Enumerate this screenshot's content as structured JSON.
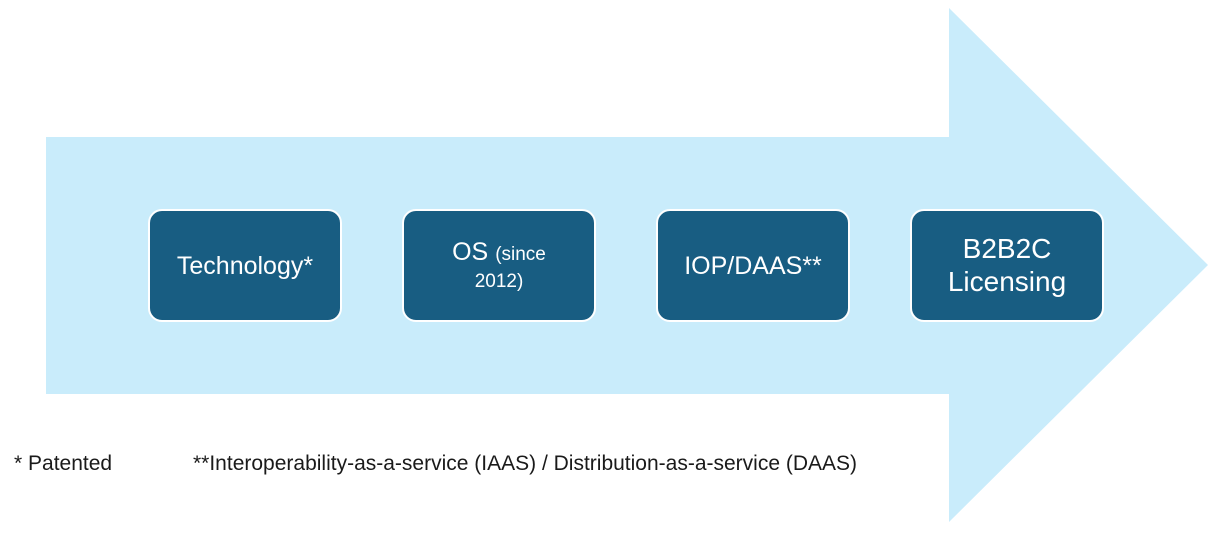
{
  "colors": {
    "arrow_fill": "#c9ecfb",
    "box_fill": "#185d82",
    "box_border": "#ffffff",
    "box_text": "#ffffff",
    "footnote_text": "#1a1a1a"
  },
  "stages": [
    {
      "label": "Technology*"
    },
    {
      "label_main": "OS",
      "label_sub_1": "(since",
      "label_sub_2": "2012)"
    },
    {
      "label": "IOP/DAAS**"
    },
    {
      "line1": "B2B2C",
      "line2": "Licensing"
    }
  ],
  "footnotes": {
    "patented": "* Patented",
    "services": "**Interoperability-as-a-service (IAAS) /  Distribution-as-a-service (DAAS)"
  }
}
